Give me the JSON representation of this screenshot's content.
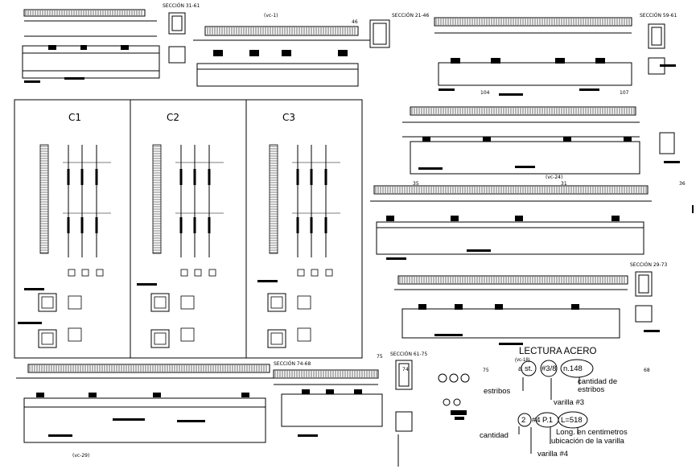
{
  "sections": {
    "s31_61": "SECCIÓN 31-61",
    "s21_46": "SECCIÓN 21-46",
    "s59_61": "SECCIÓN 59-61",
    "s29_73": "SECCIÓN 29-73",
    "s74_68": "SECCIÓN 74-68",
    "s61_75": "SECCIÓN 61-75"
  },
  "beam_tags": {
    "vc1": "(vc-1)",
    "vc24": "(vc-24)",
    "vc29": "(vc-29)"
  },
  "numbers": {
    "n46": "46",
    "n104": "104",
    "n107": "107",
    "n36": "36",
    "n75a": "75",
    "n74": "74",
    "n75b": "75",
    "n68": "68",
    "n31": "31",
    "n35": "35"
  },
  "columns": {
    "c1": "C1",
    "c2": "C2",
    "c3": "C3"
  },
  "legend": {
    "title": "LECTURA ACERO",
    "tag": "(vc-18)",
    "row1": {
      "qty": "a",
      "st": "st.",
      "bar": "#3/8",
      "count": "n.148"
    },
    "row1_labels": {
      "cantidad_estribos": "cantidad de\nestribos",
      "estribos": "estribos",
      "varilla3": "varilla #3"
    },
    "row2": {
      "qty": "2",
      "bar": "#4",
      "pos": "P.1",
      "len": "L=518"
    },
    "row2_labels": {
      "long": "Long. en centimetros",
      "ubicacion": "ubicación de la varilla",
      "cantidad": "cantidad",
      "varilla4": "varilla #4"
    }
  }
}
